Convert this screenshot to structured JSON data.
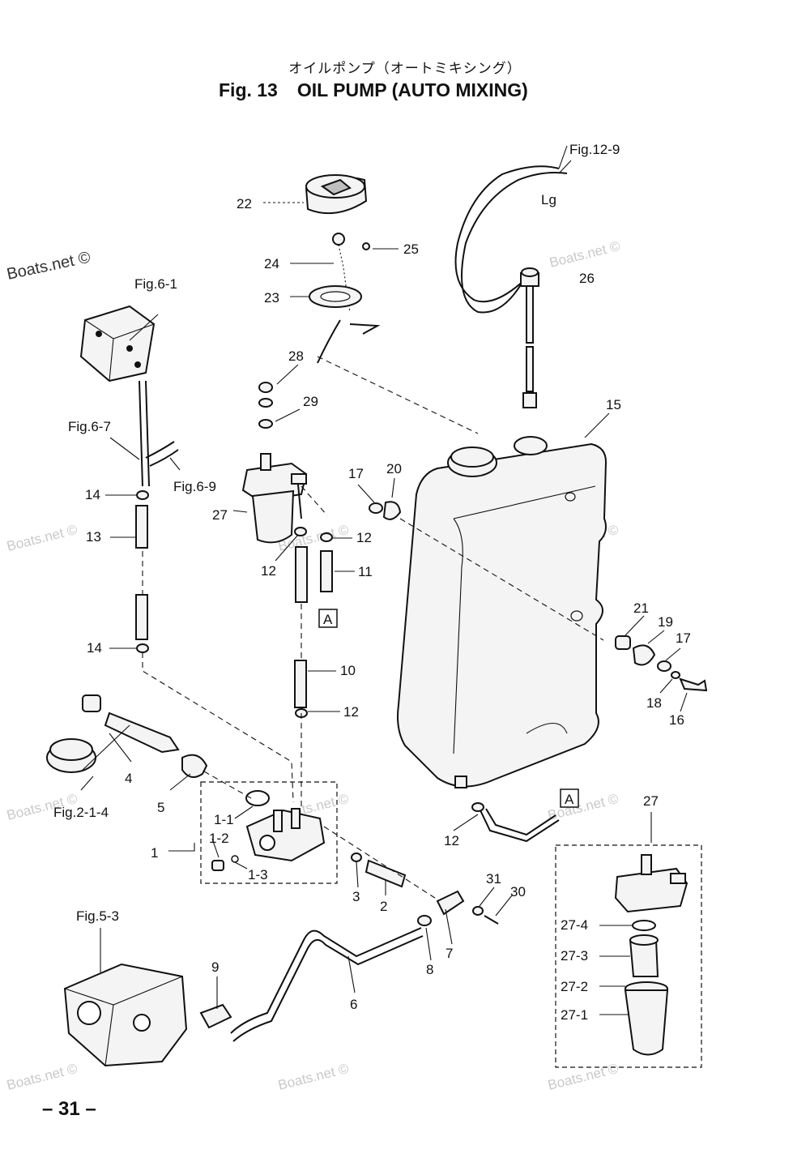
{
  "header": {
    "subtitle": "オイルポンプ（オートミキシング）",
    "fig_label": "Fig. 13",
    "title": "OIL PUMP (AUTO MIXING)"
  },
  "page_number": "– 31 –",
  "watermark": "Boats.net ©",
  "fig_refs": {
    "fig_12_9": "Fig.12-9",
    "fig_6_1": "Fig.6-1",
    "fig_6_7": "Fig.6-7",
    "fig_6_9": "Fig.6-9",
    "fig_2_1_4": "Fig.2-1-4",
    "fig_5_3": "Fig.5-3"
  },
  "wire_color": "Lg",
  "connector_tag": "A",
  "callouts": {
    "p1": "1",
    "p1_1": "1-1",
    "p1_2": "1-2",
    "p1_3": "1-3",
    "p2": "2",
    "p3": "3",
    "p4": "4",
    "p5": "5",
    "p6": "6",
    "p7": "7",
    "p8": "8",
    "p9": "9",
    "p10": "10",
    "p11": "11",
    "p12": "12",
    "p13": "13",
    "p14": "14",
    "p15": "15",
    "p16": "16",
    "p17": "17",
    "p18": "18",
    "p19": "19",
    "p20": "20",
    "p21": "21",
    "p22": "22",
    "p23": "23",
    "p24": "24",
    "p25": "25",
    "p26": "26",
    "p27": "27",
    "p27_1": "27-1",
    "p27_2": "27-2",
    "p27_3": "27-3",
    "p27_4": "27-4",
    "p28": "28",
    "p29": "29",
    "p30": "30",
    "p31": "31"
  }
}
